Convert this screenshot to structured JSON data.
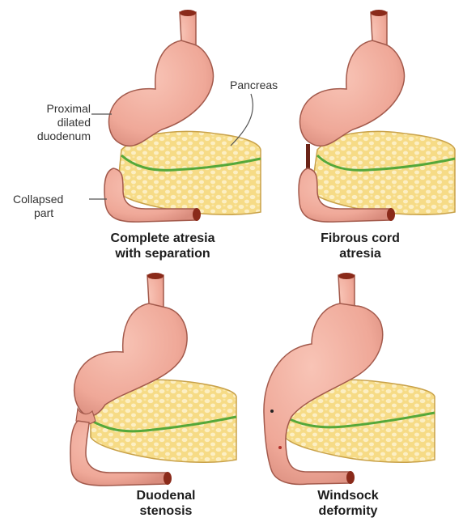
{
  "panels": [
    {
      "caption": [
        "Complete atresia",
        "with separation"
      ]
    },
    {
      "caption": [
        "Fibrous cord",
        "atresia"
      ]
    },
    {
      "caption": [
        "Duodenal",
        "stenosis"
      ]
    },
    {
      "caption": [
        "Windsock",
        "deformity"
      ]
    }
  ],
  "labels": {
    "proximal": [
      "Proximal",
      "dilated",
      "duodenum"
    ],
    "pancreas": "Pancreas",
    "collapsed": [
      "Collapsed",
      "part"
    ]
  },
  "colors": {
    "stomach": "#efa898",
    "stomach_outline": "#a35a4c",
    "pancreas": "#f6db86",
    "pancreas_lobule": "#fcefc4",
    "duct": "#55a83a",
    "esophagus_lumen": "#8a2a1a",
    "label_line": "#555555"
  }
}
